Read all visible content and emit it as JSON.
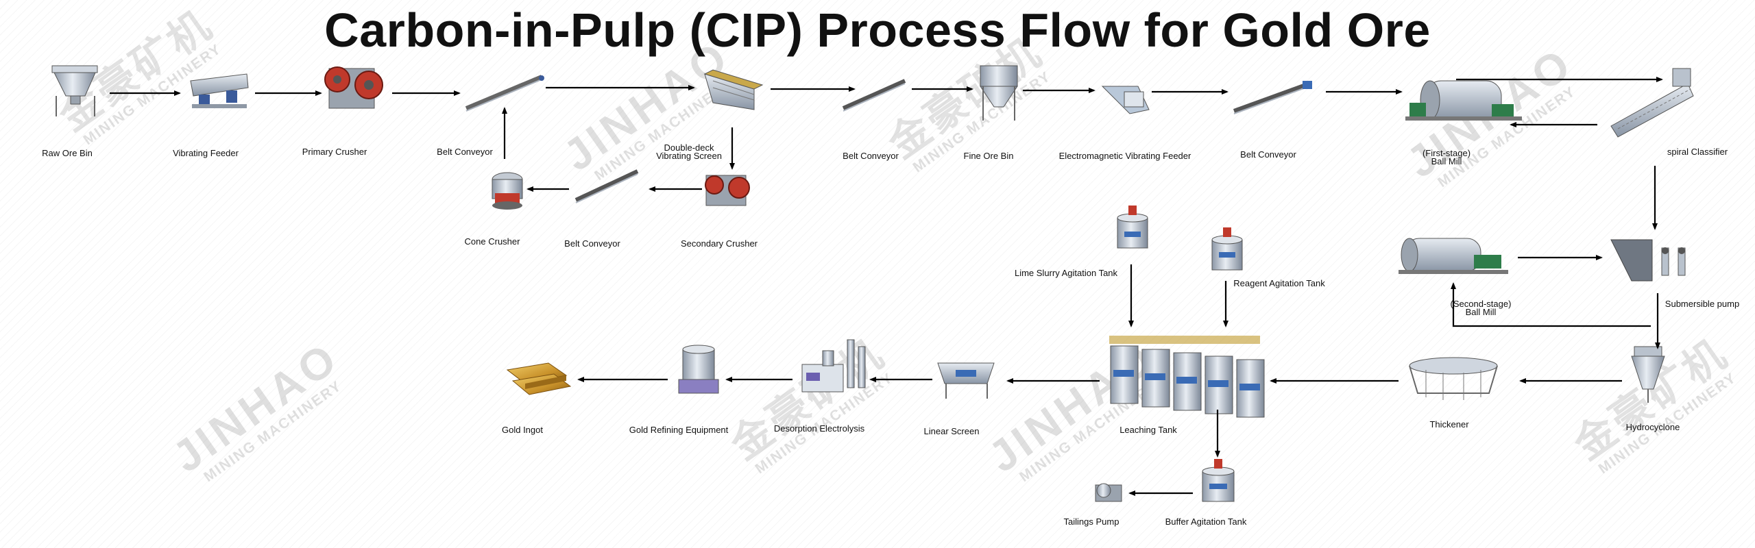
{
  "title": "Carbon-in-Pulp (CIP) Process Flow for Gold Ore",
  "nodes": [
    {
      "id": "raw_ore_bin",
      "label": "Raw Ore Bin"
    },
    {
      "id": "vibrating_feeder",
      "label": "Vibrating Feeder"
    },
    {
      "id": "primary_crusher",
      "label": "Primary Crusher"
    },
    {
      "id": "belt_conveyor_1",
      "label": "Belt Conveyor"
    },
    {
      "id": "double_deck_screen",
      "label": "Double-deck",
      "label2": "Vibrating Screen"
    },
    {
      "id": "belt_conveyor_2",
      "label": "Belt Conveyor"
    },
    {
      "id": "fine_ore_bin",
      "label": "Fine Ore Bin"
    },
    {
      "id": "em_vibrating_feeder",
      "label": "Electromagnetic Vibrating Feeder"
    },
    {
      "id": "belt_conveyor_3",
      "label": "Belt Conveyor"
    },
    {
      "id": "ball_mill_1",
      "label": "(First-stage)",
      "label2": "Ball Mill"
    },
    {
      "id": "spiral_classifier",
      "label": "spiral Classifier"
    },
    {
      "id": "cone_crusher",
      "label": "Cone Crusher"
    },
    {
      "id": "belt_conveyor_4",
      "label": "Belt Conveyor"
    },
    {
      "id": "secondary_crusher",
      "label": "Secondary Crusher"
    },
    {
      "id": "lime_tank",
      "label": "Lime Slurry Agitation Tank"
    },
    {
      "id": "reagent_tank",
      "label": "Reagent Agitation Tank"
    },
    {
      "id": "ball_mill_2",
      "label": "(Second-stage)",
      "label2": "Ball Mill"
    },
    {
      "id": "submersible_pump",
      "label": "Submersible pump"
    },
    {
      "id": "gold_ingot",
      "label": "Gold Ingot"
    },
    {
      "id": "refining",
      "label": "Gold Refining Equipment"
    },
    {
      "id": "desorption",
      "label": "Desorption Electrolysis"
    },
    {
      "id": "linear_screen",
      "label": "Linear Screen"
    },
    {
      "id": "leaching_tank",
      "label": "Leaching Tank"
    },
    {
      "id": "thickener",
      "label": "Thickener"
    },
    {
      "id": "hydrocyclone",
      "label": "Hydrocyclone"
    },
    {
      "id": "tailings_pump",
      "label": "Tailings Pump"
    },
    {
      "id": "buffer_tank",
      "label": "Buffer Agitation Tank"
    }
  ],
  "flows": [
    {
      "from": "raw_ore_bin",
      "to": "vibrating_feeder"
    },
    {
      "from": "vibrating_feeder",
      "to": "primary_crusher"
    },
    {
      "from": "primary_crusher",
      "to": "belt_conveyor_1"
    },
    {
      "from": "belt_conveyor_1",
      "to": "double_deck_screen"
    },
    {
      "from": "double_deck_screen",
      "to": "belt_conveyor_2"
    },
    {
      "from": "belt_conveyor_2",
      "to": "fine_ore_bin"
    },
    {
      "from": "fine_ore_bin",
      "to": "em_vibrating_feeder"
    },
    {
      "from": "em_vibrating_feeder",
      "to": "belt_conveyor_3"
    },
    {
      "from": "belt_conveyor_3",
      "to": "ball_mill_1"
    },
    {
      "from": "ball_mill_1",
      "to": "spiral_classifier"
    },
    {
      "from": "spiral_classifier",
      "to": "ball_mill_1"
    },
    {
      "from": "double_deck_screen",
      "to": "secondary_crusher"
    },
    {
      "from": "secondary_crusher",
      "to": "belt_conveyor_4"
    },
    {
      "from": "belt_conveyor_4",
      "to": "cone_crusher"
    },
    {
      "from": "cone_crusher",
      "to": "belt_conveyor_1"
    },
    {
      "from": "spiral_classifier",
      "to": "submersible_pump"
    },
    {
      "from": "ball_mill_2",
      "to": "submersible_pump"
    },
    {
      "from": "submersible_pump",
      "to": "hydrocyclone"
    },
    {
      "from": "hydrocyclone",
      "to": "ball_mill_2"
    },
    {
      "from": "hydrocyclone",
      "to": "thickener"
    },
    {
      "from": "thickener",
      "to": "leaching_tank"
    },
    {
      "from": "lime_tank",
      "to": "leaching_tank"
    },
    {
      "from": "reagent_tank",
      "to": "leaching_tank"
    },
    {
      "from": "leaching_tank",
      "to": "linear_screen"
    },
    {
      "from": "leaching_tank",
      "to": "buffer_tank"
    },
    {
      "from": "buffer_tank",
      "to": "tailings_pump"
    },
    {
      "from": "linear_screen",
      "to": "desorption"
    },
    {
      "from": "desorption",
      "to": "refining"
    },
    {
      "from": "refining",
      "to": "gold_ingot"
    }
  ],
  "watermark": {
    "brand": "JINHAO",
    "tagline": "MINING MACHINERY",
    "chinese": "金豪矿机"
  }
}
